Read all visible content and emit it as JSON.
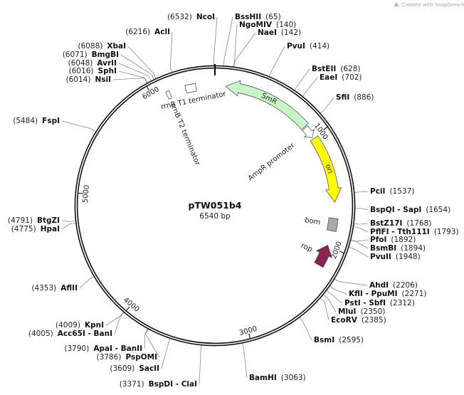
{
  "plasmid": {
    "name": "pTW051b4",
    "length_label": "6540 bp",
    "length": 6540
  },
  "credit": "Created with SnapGene®",
  "colors": {
    "backbone": "#111111",
    "smr": "#c8f5c8",
    "ori": "#ffff00",
    "rop": "#8b2252",
    "bom": "#a8a8a8",
    "promoter": "#ffffff",
    "terminator": "#ffffff"
  },
  "ticks": [
    {
      "pos": 1000,
      "label": "1000"
    },
    {
      "pos": 2000,
      "label": "2000"
    },
    {
      "pos": 3000,
      "label": "3000"
    },
    {
      "pos": 4000,
      "label": "4000"
    },
    {
      "pos": 5000,
      "label": "5000"
    },
    {
      "pos": 6000,
      "label": "6000"
    }
  ],
  "features": [
    {
      "id": "smr",
      "label": "SmR",
      "start": 93,
      "end": 885,
      "type": "arrow",
      "dir": -1,
      "color": "smr"
    },
    {
      "id": "ampr-promoter",
      "label": "AmpR promoter",
      "start": 895,
      "end": 1000,
      "type": "arrow",
      "dir": 1,
      "color": "promoter"
    },
    {
      "id": "ori",
      "label": "ori",
      "start": 1015,
      "end": 1605,
      "type": "arrow",
      "dir": 1,
      "color": "ori"
    },
    {
      "id": "bom",
      "label": "bom",
      "start": 1745,
      "end": 1855,
      "type": "box",
      "color": "bom"
    },
    {
      "id": "rop",
      "label": "rop",
      "start": 1985,
      "end": 2175,
      "type": "arrow",
      "dir": -1,
      "color": "rop"
    },
    {
      "id": "rrnb-t1",
      "label": "rrnB T1 terminator",
      "start": 6285,
      "end": 6375,
      "type": "box",
      "color": "terminator"
    },
    {
      "id": "rrnb-t2",
      "label": "rrnB T2 terminator",
      "start": 6115,
      "end": 6145,
      "type": "box",
      "color": "terminator"
    }
  ],
  "sites": [
    {
      "name": "NcoI",
      "pos": "(6532)",
      "side": "left"
    },
    {
      "name": "BssHII",
      "pos": "(65)",
      "side": "right"
    },
    {
      "name": "NgoMIV",
      "pos": "(140)",
      "side": "right"
    },
    {
      "name": "NaeI",
      "pos": "(142)",
      "side": "right"
    },
    {
      "name": "PvuI",
      "pos": "(414)",
      "side": "right"
    },
    {
      "name": "BstEII",
      "pos": "(628)",
      "side": "right"
    },
    {
      "name": "EaeI",
      "pos": "(702)",
      "side": "right"
    },
    {
      "name": "SfiI",
      "pos": "(886)",
      "side": "right"
    },
    {
      "name": "PciI",
      "pos": "(1537)",
      "side": "right"
    },
    {
      "name": "BspQI - SapI",
      "pos": "(1654)",
      "side": "right"
    },
    {
      "name": "BstZ17I",
      "pos": "(1768)",
      "side": "right"
    },
    {
      "name": "PflFI - Tth111I",
      "pos": "(1793)",
      "side": "right"
    },
    {
      "name": "PfoI",
      "pos": "(1892)",
      "side": "right"
    },
    {
      "name": "BsmBI",
      "pos": "(1894)",
      "side": "right"
    },
    {
      "name": "PvuII",
      "pos": "(1948)",
      "side": "right"
    },
    {
      "name": "AhdI",
      "pos": "(2206)",
      "side": "right"
    },
    {
      "name": "KflI - PpuMI",
      "pos": "(2271)",
      "side": "right"
    },
    {
      "name": "PstI - SbfI",
      "pos": "(2312)",
      "side": "right"
    },
    {
      "name": "MluI",
      "pos": "(2350)",
      "side": "right"
    },
    {
      "name": "EcoRV",
      "pos": "(2385)",
      "side": "right"
    },
    {
      "name": "BsmI",
      "pos": "(2595)",
      "side": "right"
    },
    {
      "name": "BamHI",
      "pos": "(3063)",
      "side": "right"
    },
    {
      "name": "BspDI - ClaI",
      "pos": "(3371)",
      "side": "left"
    },
    {
      "name": "SacII",
      "pos": "(3609)",
      "side": "left"
    },
    {
      "name": "PspOMI",
      "pos": "(3786)",
      "side": "left"
    },
    {
      "name": "ApaI - BanII",
      "pos": "(3790)",
      "side": "left"
    },
    {
      "name": "Acc65I - BanI",
      "pos": "(4005)",
      "side": "left"
    },
    {
      "name": "KpnI",
      "pos": "(4009)",
      "side": "left"
    },
    {
      "name": "AflII",
      "pos": "(4353)",
      "side": "left"
    },
    {
      "name": "HpaI",
      "pos": "(4775)",
      "side": "left"
    },
    {
      "name": "BtgZI",
      "pos": "(4791)",
      "side": "left"
    },
    {
      "name": "FspI",
      "pos": "(5484)",
      "side": "left"
    },
    {
      "name": "NsiI",
      "pos": "(6014)",
      "side": "left"
    },
    {
      "name": "SphI",
      "pos": "(6016)",
      "side": "left"
    },
    {
      "name": "AvrII",
      "pos": "(6048)",
      "side": "left"
    },
    {
      "name": "BmgBI",
      "pos": "(6071)",
      "side": "left"
    },
    {
      "name": "XbaI",
      "pos": "(6088)",
      "side": "left"
    },
    {
      "name": "AclI",
      "pos": "(6216)",
      "side": "left"
    }
  ]
}
